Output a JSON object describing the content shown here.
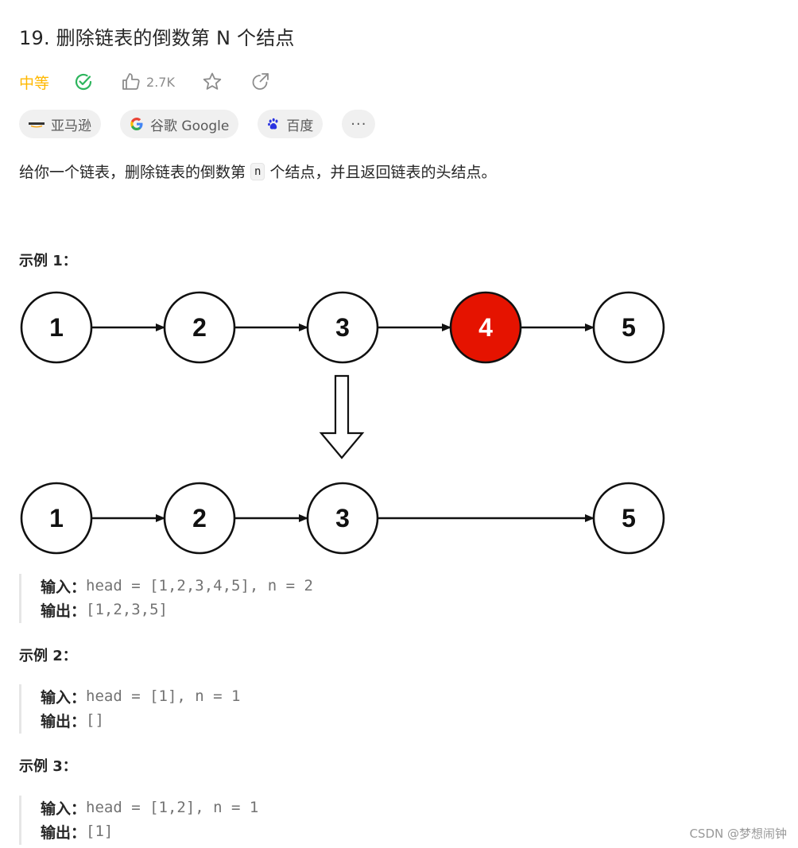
{
  "problem": {
    "title": "19. 删除链表的倒数第 N 个结点",
    "difficulty": "中等",
    "likes": "2.7K",
    "difficulty_color": "#ffb800"
  },
  "icons": {
    "solved": "check-circle-icon",
    "like": "thumbs-up-icon",
    "favorite": "star-icon",
    "share": "share-icon"
  },
  "companies": [
    {
      "name": "亚马逊",
      "logo": "amazon"
    },
    {
      "name": "谷歌 Google",
      "logo": "google"
    },
    {
      "name": "百度",
      "logo": "baidu"
    }
  ],
  "more_label": "···",
  "description": {
    "before": "给你一个链表，删除链表的倒数第",
    "code": "n",
    "after": "个结点，并且返回链表的头结点。"
  },
  "diagram": {
    "before_nodes": [
      "1",
      "2",
      "3",
      "4",
      "5"
    ],
    "after_nodes": [
      "1",
      "2",
      "3",
      "5"
    ],
    "highlight_color": "#e51300"
  },
  "examples": [
    {
      "title": "示例 1：",
      "input_label": "输入：",
      "input": "head = [1,2,3,4,5], n = 2",
      "output_label": "输出：",
      "output": "[1,2,3,5]"
    },
    {
      "title": "示例 2：",
      "input_label": "输入：",
      "input": "head = [1], n = 1",
      "output_label": "输出：",
      "output": "[]"
    },
    {
      "title": "示例 3：",
      "input_label": "输入：",
      "input": "head = [1,2], n = 1",
      "output_label": "输出：",
      "output": "[1]"
    }
  ],
  "watermark": "CSDN @梦想闹钟"
}
